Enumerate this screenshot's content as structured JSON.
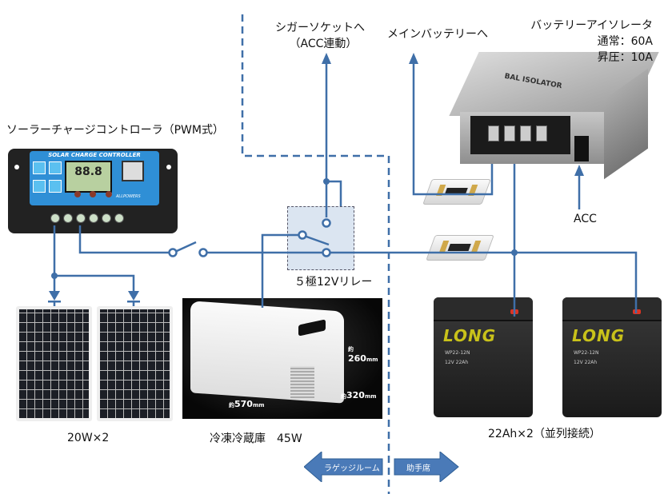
{
  "labels": {
    "controller": "ソーラーチャージコントローラ（PWM式）",
    "cigar": [
      "シガーソケットへ",
      "（ACC連動）"
    ],
    "main_battery": "メインバッテリーへ",
    "isolator": [
      "バッテリーアイソレータ",
      "通常：60A",
      "昇圧：10A"
    ],
    "acc": "ACC",
    "relay": "５極12Vリレー",
    "panels": "20W×2",
    "fridge": "冷凍冷蔵庫　45W",
    "batteries": "22Ah×2（並列接続）",
    "luggage": "ラゲッジルーム",
    "passenger": "助手席"
  },
  "controller_device": {
    "title": "SOLAR CHARGE CONTROLLER",
    "lcd": "88.8",
    "brand": "ALLPOWERS"
  },
  "fridge_dims": {
    "width": "570",
    "depth": "320",
    "height": "260",
    "prefix": "約",
    "unit": "mm"
  },
  "isolator_device": {
    "brand": "BAL ISOLATOR"
  },
  "battery_device": {
    "brand": "LONG",
    "model": "WP22-12N",
    "spec": "12V 22Ah"
  },
  "colors": {
    "wire": "#3f6fa8",
    "relay_fill": "#dbe5f1",
    "arrow": "#4a7ab8",
    "controller_face": "#2f8fd6"
  }
}
